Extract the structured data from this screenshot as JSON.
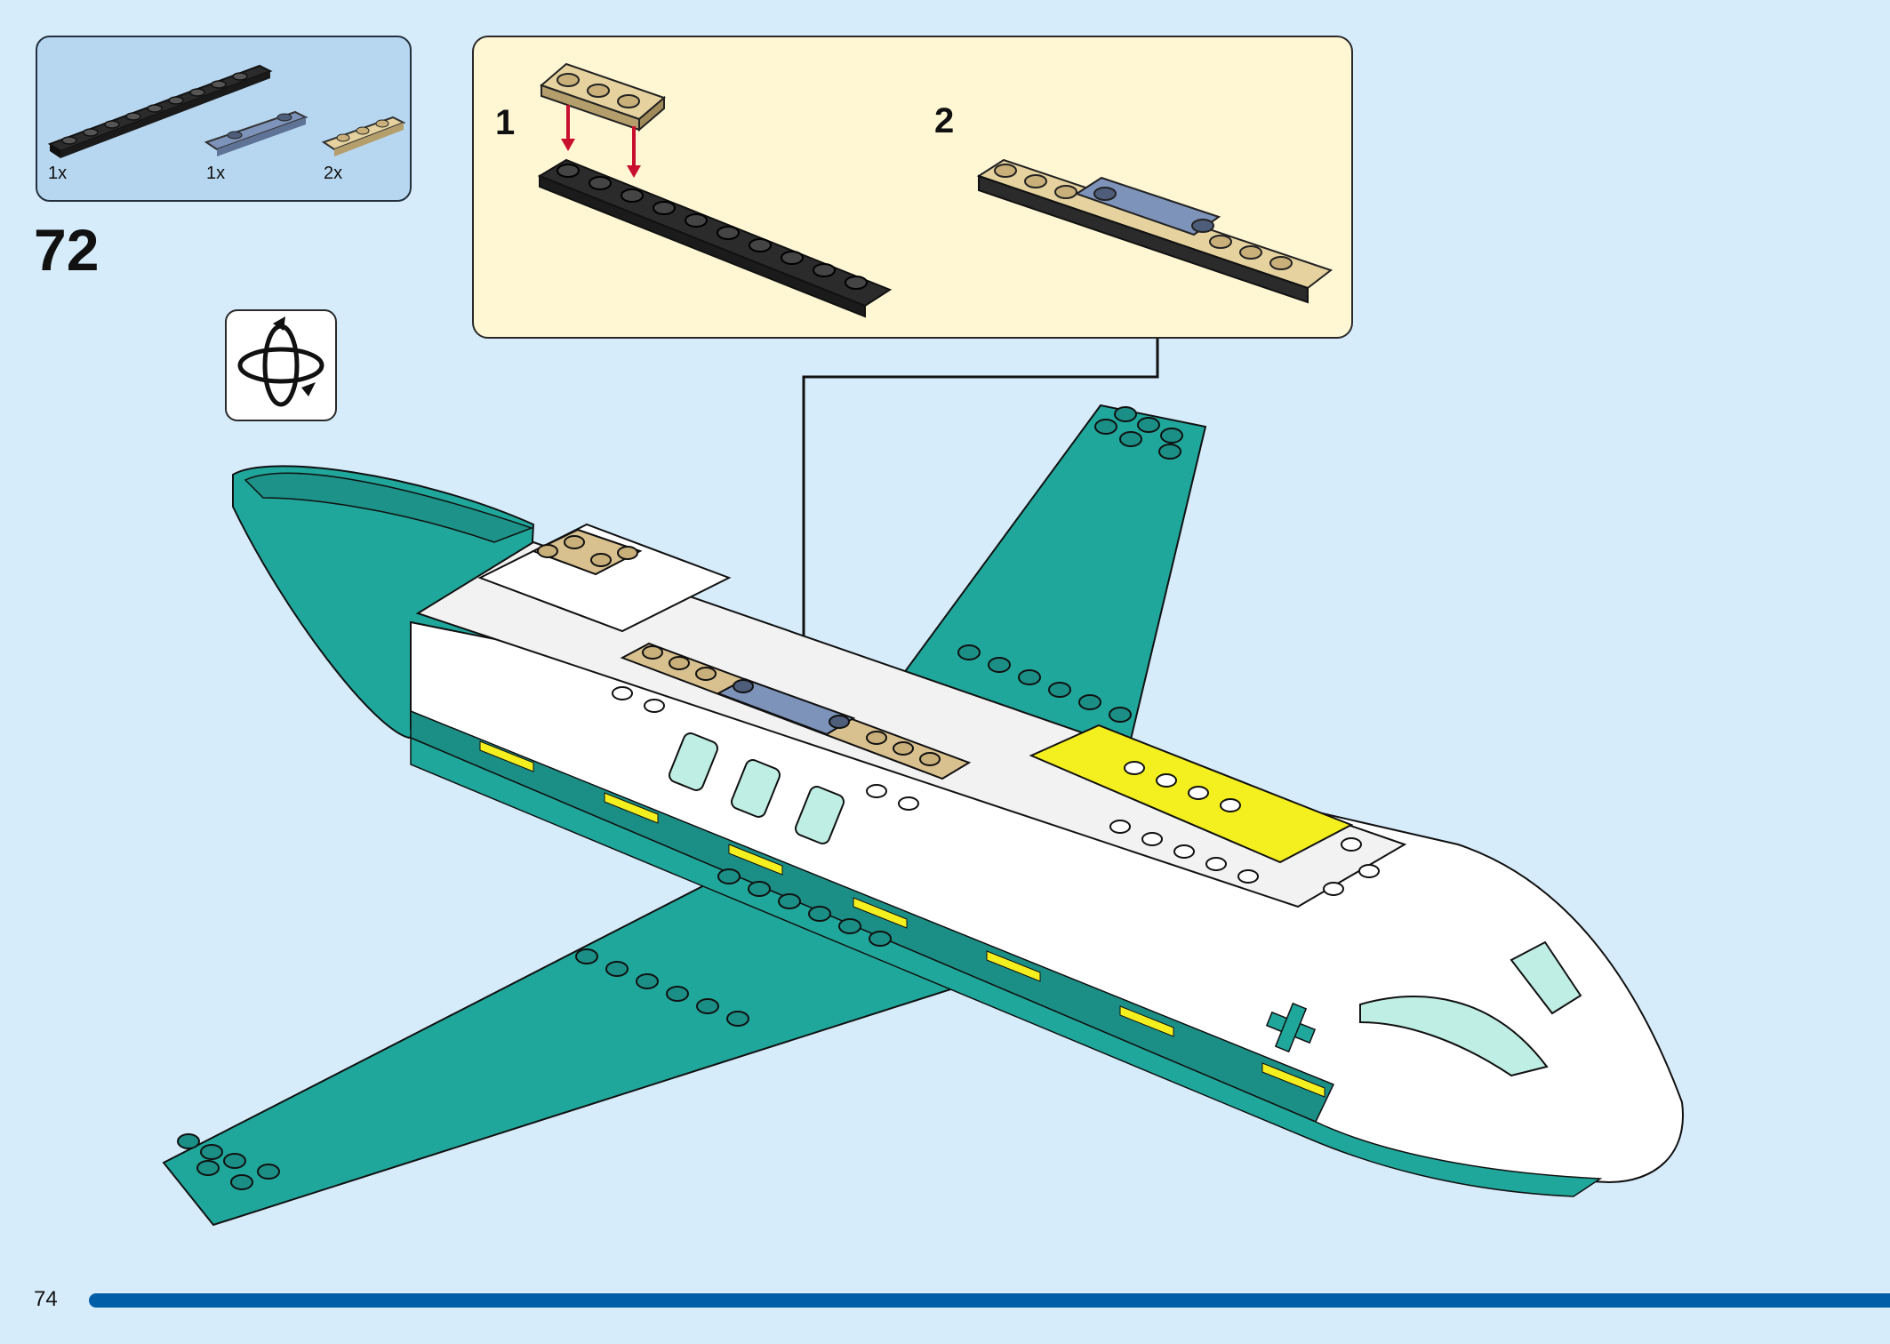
{
  "parts_panel": {
    "parts": [
      {
        "name": "black-plate",
        "color": "#2b2b2b",
        "quantity": "1x"
      },
      {
        "name": "sand-blue-plate",
        "color": "#7d93b9",
        "quantity": "1x"
      },
      {
        "name": "tan-plate",
        "color": "#d8c08f",
        "quantity": "2x"
      }
    ]
  },
  "step": {
    "number": "72"
  },
  "rotate_icon": "rotate-model-icon",
  "sub_assembly": {
    "substep_1": "1",
    "substep_2": "2"
  },
  "colors": {
    "background": "#d6ecfb",
    "teal": "#20a79b",
    "white": "#ffffff",
    "tan": "#d8c08f",
    "sand_blue": "#7d93b9",
    "yellow": "#f4ef1f",
    "black_plate": "#2b2b2b",
    "progress_blue": "#005da8"
  },
  "footer": {
    "page_number": "74"
  }
}
